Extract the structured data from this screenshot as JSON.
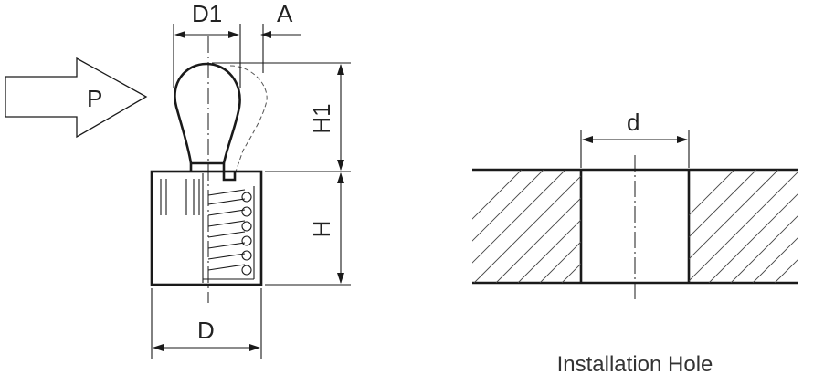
{
  "labels": {
    "d1": "D1",
    "a": "A",
    "p": "P",
    "h1": "H1",
    "h": "H",
    "d_body": "D",
    "d_hole": "d",
    "caption": "Installation Hole"
  }
}
